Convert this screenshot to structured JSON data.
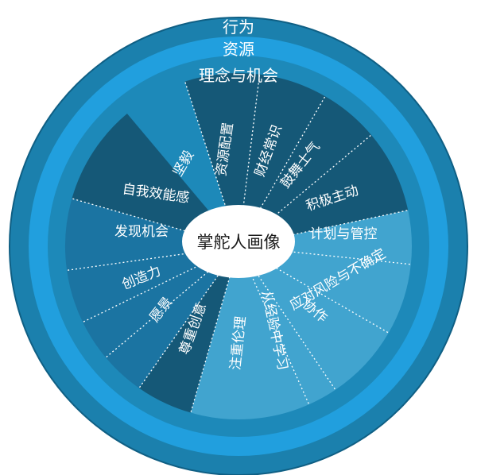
{
  "colors": {
    "outer_ring": "#1b80ad",
    "resource_ring": "#219fde",
    "concept_ring": "#1d89b9",
    "segment_light": "#41a4cf",
    "segment_mid": "#1b74a2",
    "segment_dark": "#155877",
    "center_fill": "#ffffff",
    "divider": "#ffffff"
  },
  "rings": {
    "behavior": "行为",
    "resources": "资源",
    "concepts": "理念与机会"
  },
  "center": {
    "label": "掌舵人画像"
  },
  "segments": [
    {
      "label": "坚毅",
      "shade": "dark"
    },
    {
      "label": "资源配置",
      "shade": "dark"
    },
    {
      "label": "财经常识",
      "shade": "dark"
    },
    {
      "label": "鼓舞士气",
      "shade": "dark"
    },
    {
      "label": "积极主动",
      "shade": "light"
    },
    {
      "label": "计划与管控",
      "shade": "light"
    },
    {
      "label": "应对风险与不确定",
      "shade": "light"
    },
    {
      "label": "协作",
      "shade": "light"
    },
    {
      "label": "从经验中学习",
      "shade": "light"
    },
    {
      "label": "注重伦理",
      "shade": "dark"
    },
    {
      "label": "尊重创意",
      "shade": "mid"
    },
    {
      "label": "愿景",
      "shade": "mid"
    },
    {
      "label": "创造力",
      "shade": "mid"
    },
    {
      "label": "发现机会",
      "shade": "mid"
    },
    {
      "label": "自我效能感",
      "shade": "dark"
    }
  ]
}
